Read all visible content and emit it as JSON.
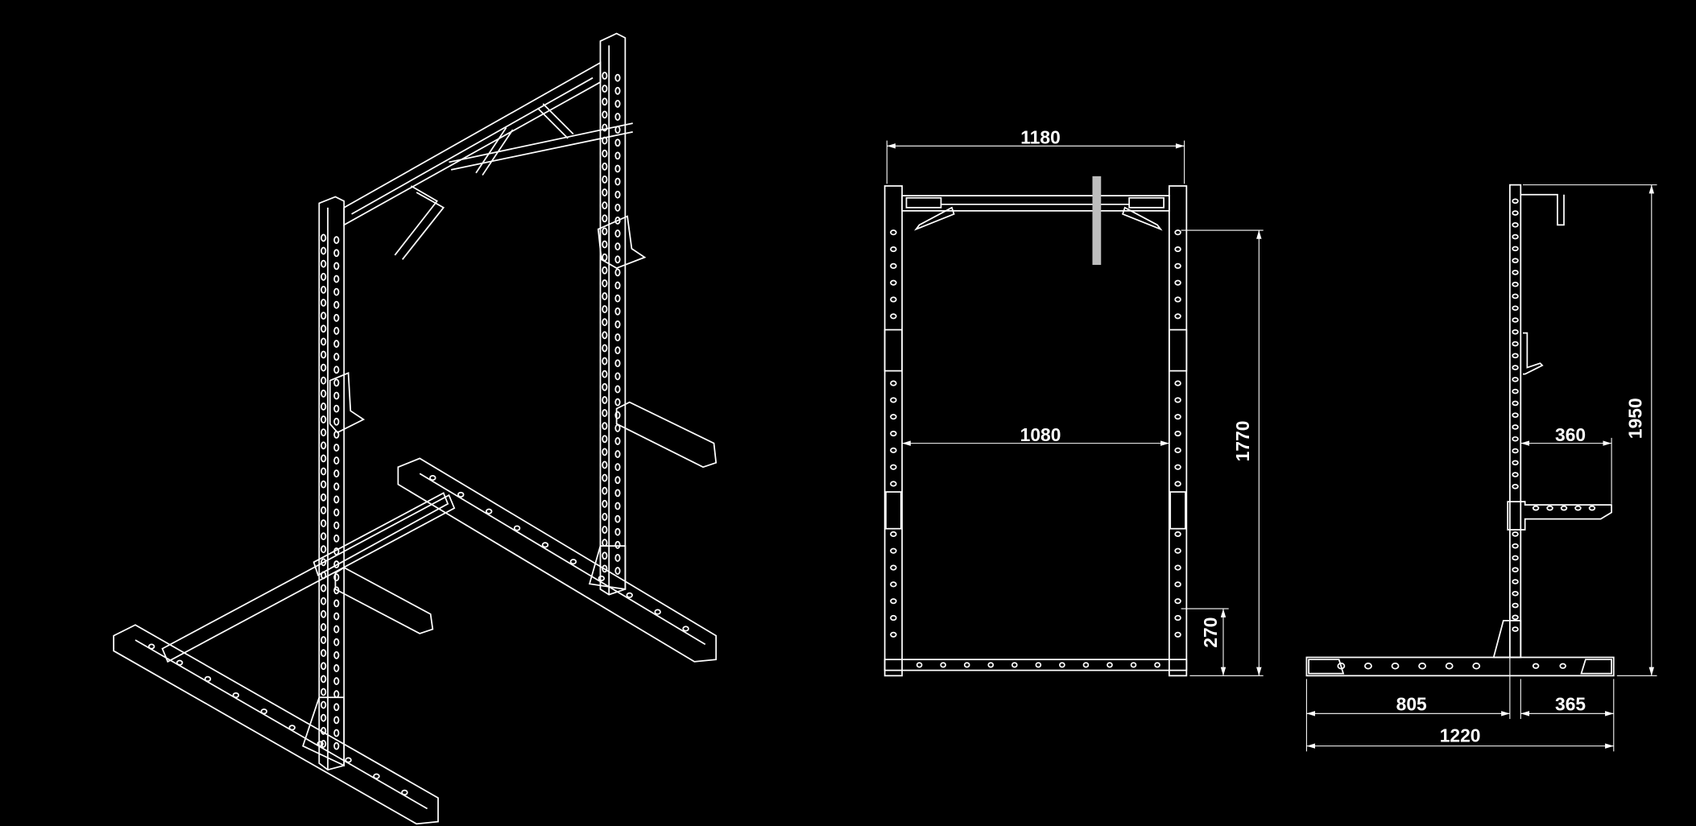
{
  "colors": {
    "background": "#000000",
    "line": "#ffffff",
    "label_plate": "#bdbdbd"
  },
  "front_view": {
    "overall_width": "1180",
    "inner_width": "1080",
    "bar_height": "1770",
    "bottom_hole_height": "270"
  },
  "side_view": {
    "total_height": "1950",
    "spotter_depth": "360",
    "rear_foot_length": "805",
    "front_foot_length": "365",
    "total_depth": "1220"
  }
}
